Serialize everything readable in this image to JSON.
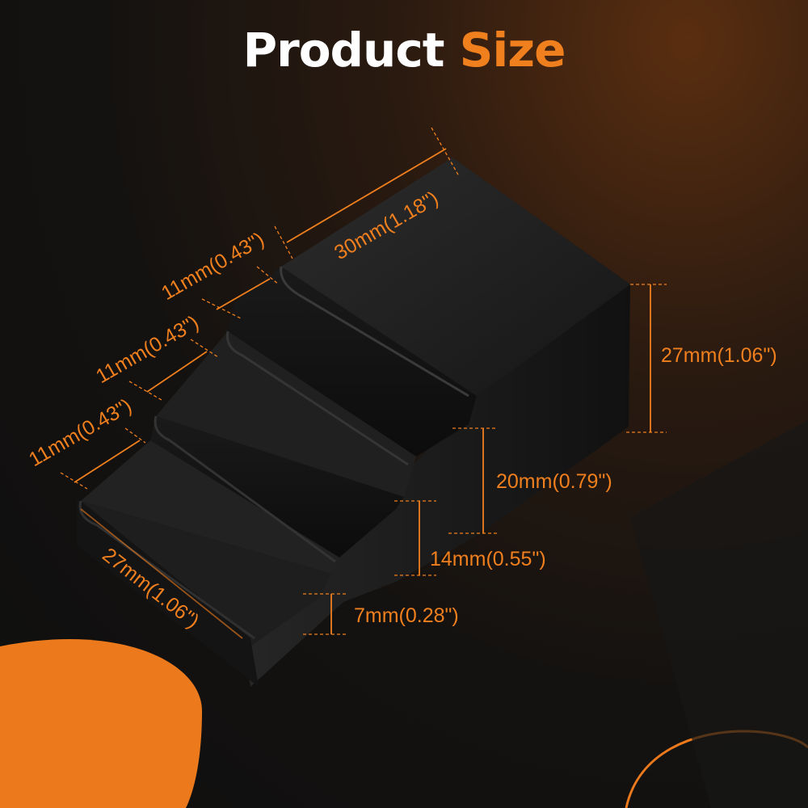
{
  "title": {
    "part1": "Product",
    "part2": "Size"
  },
  "colors": {
    "accent": "#f07f1e",
    "background": "#121212",
    "product": "#1c1c1c"
  },
  "dimensions": {
    "top_depth": "30mm(1.18\")",
    "step_width_top": "11mm(0.43\")",
    "step_width_mid": "11mm(0.43\")",
    "step_width_bottom": "11mm(0.43\")",
    "total_height": "27mm(1.06\")",
    "height_step3": "20mm(0.79\")",
    "height_step2": "14mm(0.55\")",
    "height_step1": "7mm(0.28\")",
    "length": "27mm(1.06\")"
  }
}
